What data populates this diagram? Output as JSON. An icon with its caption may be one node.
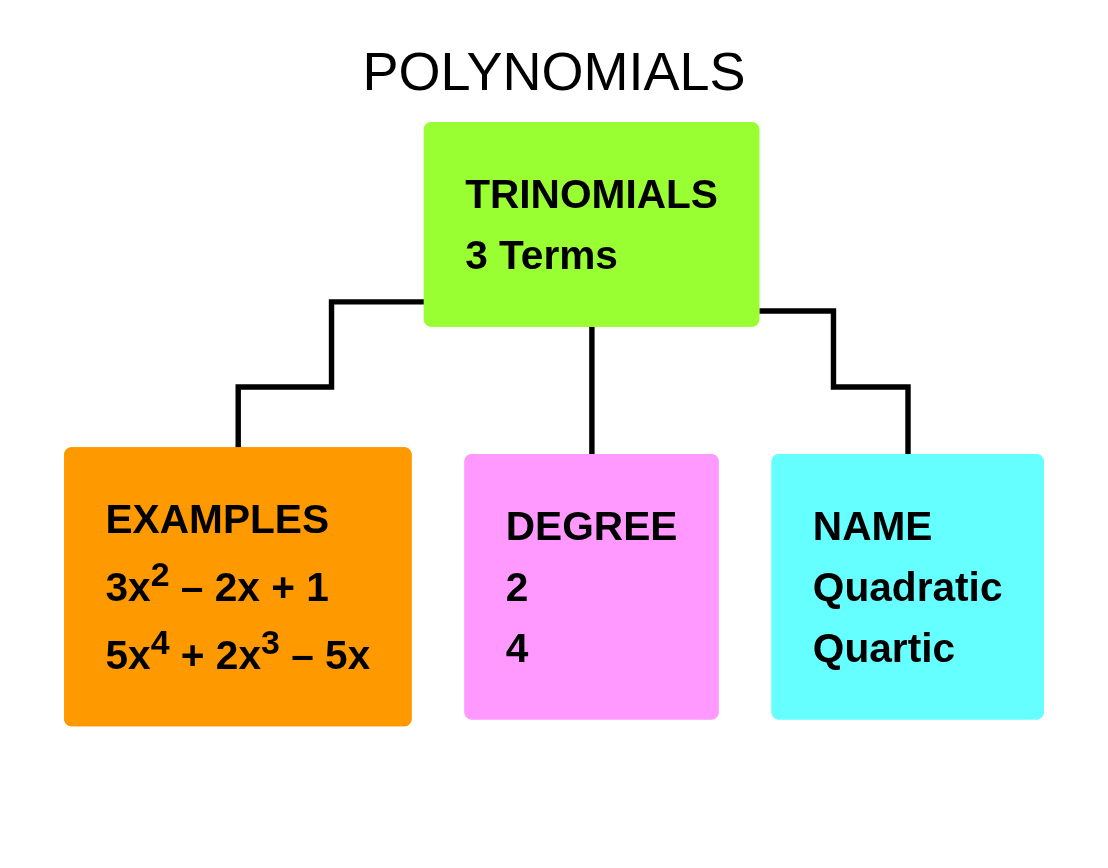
{
  "diagram": {
    "title": "POLYNOMIALS",
    "nodes": [
      {
        "text": [
          "TRINOMIALS",
          "3 Terms"
        ]
      },
      {
        "text": [
          "EXAMPLES",
          "3x$^{2}$ – 2x + 1",
          "5x$^{4}$ + 2x$^{3}$ – 5x"
        ]
      },
      {
        "text": [
          "DEGREE",
          "2",
          "4"
        ]
      },
      {
        "text": [
          "NAME",
          "Quadratic",
          "Quartic"
        ]
      }
    ],
    "edges": [
      {
        "from": 0,
        "to": 1,
        "arrow": "none"
      },
      {
        "from": 0,
        "to": 2,
        "arrow": "none"
      },
      {
        "from": 0,
        "to": 3,
        "arrow": "none"
      }
    ]
  }
}
